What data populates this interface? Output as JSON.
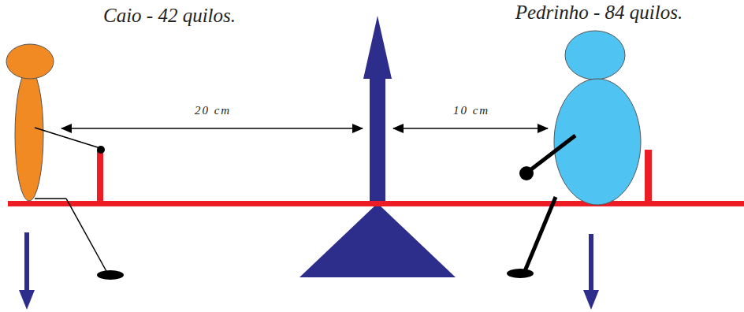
{
  "diagram": {
    "labels": [
      "Caio - 42 quilos.",
      "Pedrinho - 84 quilos.",
      "20 cm",
      "10 cm"
    ]
  }
}
